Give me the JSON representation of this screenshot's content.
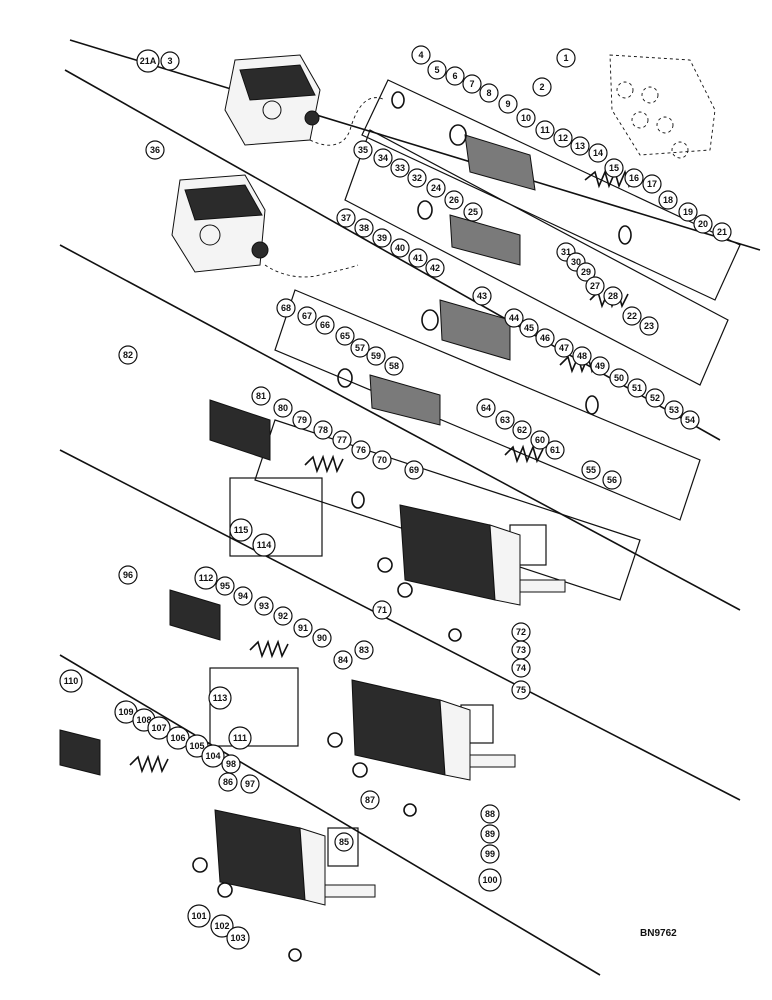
{
  "drawing_code": "BN9762",
  "callouts": [
    "1",
    "2",
    "3",
    "21A",
    "4",
    "5",
    "6",
    "7",
    "8",
    "9",
    "10",
    "11",
    "12",
    "13",
    "14",
    "15",
    "16",
    "17",
    "18",
    "19",
    "20",
    "21",
    "35",
    "34",
    "33",
    "32",
    "24",
    "26",
    "25",
    "36",
    "37",
    "38",
    "39",
    "40",
    "41",
    "42",
    "43",
    "31",
    "30",
    "29",
    "27",
    "28",
    "22",
    "23",
    "68",
    "67",
    "66",
    "65",
    "57",
    "59",
    "58",
    "44",
    "45",
    "46",
    "47",
    "48",
    "49",
    "50",
    "51",
    "52",
    "53",
    "54",
    "82",
    "81",
    "80",
    "79",
    "78",
    "77",
    "76",
    "70",
    "69",
    "64",
    "63",
    "62",
    "60",
    "61",
    "55",
    "56",
    "115",
    "114",
    "71",
    "72",
    "73",
    "74",
    "75",
    "96",
    "112",
    "95",
    "94",
    "93",
    "92",
    "91",
    "90",
    "84",
    "83",
    "113",
    "111",
    "110",
    "109",
    "108",
    "107",
    "106",
    "105",
    "104",
    "98",
    "97",
    "85",
    "86",
    "87",
    "88",
    "89",
    "99",
    "100",
    "101",
    "102",
    "103"
  ]
}
